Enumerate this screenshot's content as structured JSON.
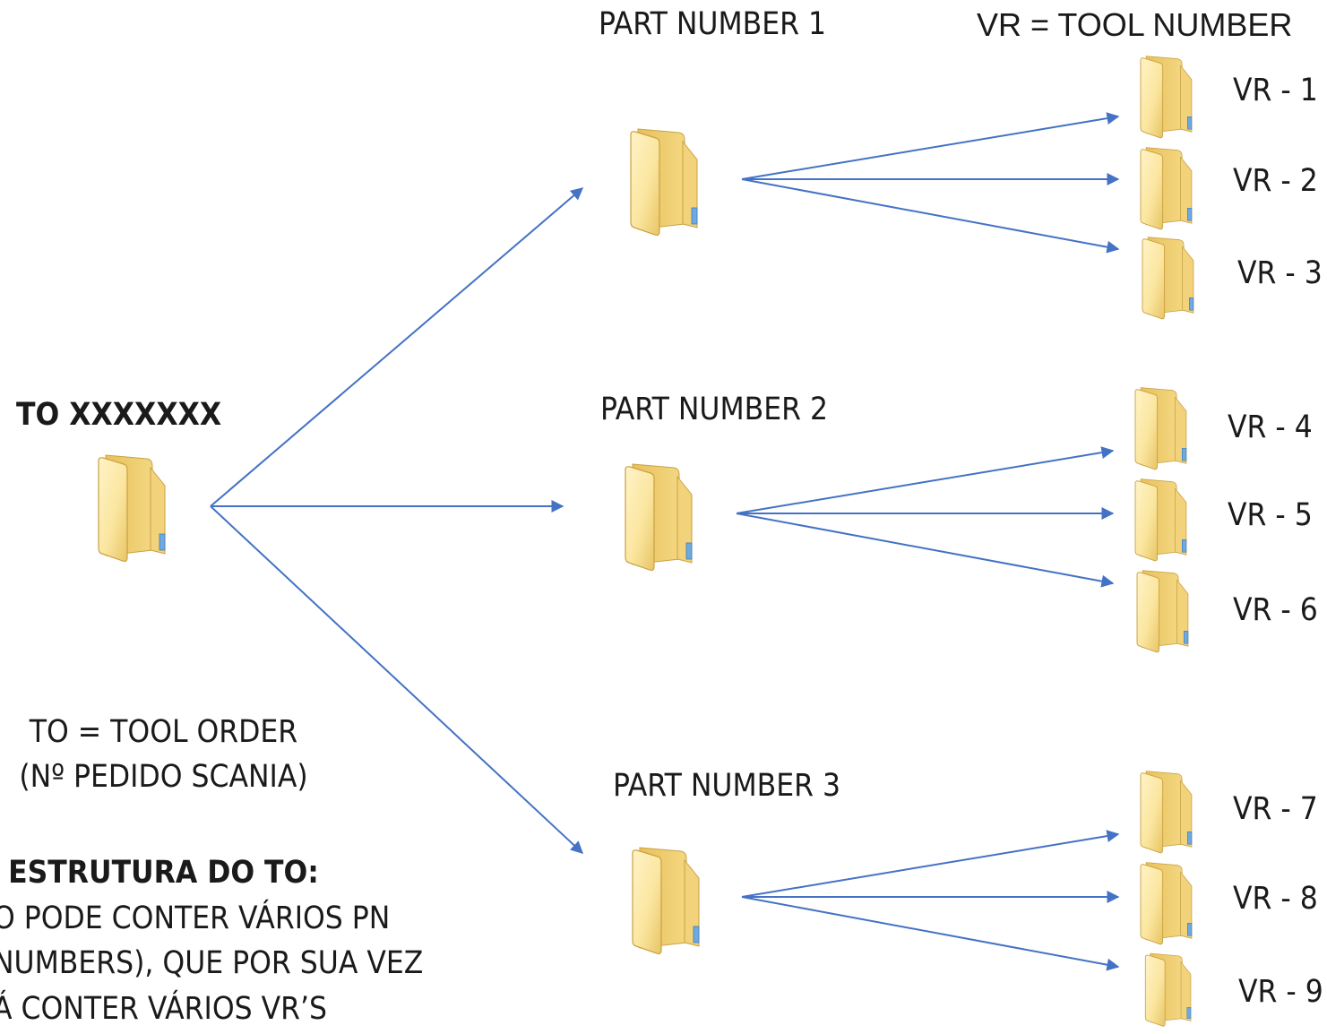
{
  "diagram": {
    "legend_vr": "VR = TOOL NUMBER",
    "root": {
      "label": "TO XXXXXXX",
      "icon": "folder-icon"
    },
    "definition": {
      "line1": "TO = TOOL ORDER",
      "line2": "(Nº PEDIDO SCANIA)"
    },
    "structure": {
      "heading": "ESTRUTURA DO TO:",
      "lines": [
        "O PODE CONTER VÁRIOS PN",
        "NUMBERS), QUE POR SUA VEZ",
        "Á CONTER VÁRIOS VR’S"
      ]
    },
    "parts": [
      {
        "label": "PART NUMBER 1",
        "children": [
          "VR - 1",
          "VR - 2",
          "VR - 3"
        ]
      },
      {
        "label": "PART NUMBER 2",
        "children": [
          "VR - 4",
          "VR - 5",
          "VR - 6"
        ]
      },
      {
        "label": "PART NUMBER 3",
        "children": [
          "VR - 7",
          "VR - 8",
          "VR - 9"
        ]
      }
    ],
    "colors": {
      "arrow": "#4472C4",
      "folder_light": "#FBE6A0",
      "folder_dark": "#E8C15C",
      "text": "#1a1a1a"
    }
  }
}
